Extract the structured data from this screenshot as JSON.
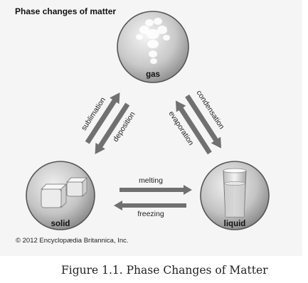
{
  "diagram": {
    "title": "Phase changes of matter",
    "states": {
      "gas": "gas",
      "solid": "solid",
      "liquid": "liquid"
    },
    "transitions": {
      "sublimation": "sublimation",
      "deposition": "deposition",
      "condensation": "condensation",
      "evaporation": "evaporation",
      "melting": "melting",
      "freezing": "freezing"
    },
    "copyright": "© 2012 Encyclopædia Britannica, Inc."
  },
  "caption": "Figure 1.1. Phase Changes of Matter",
  "colors": {
    "arrow": "#6f6f6f",
    "circle_light": "#f2f2f2",
    "circle_dark": "#8e8e8e",
    "background": "#f5f5f5"
  }
}
